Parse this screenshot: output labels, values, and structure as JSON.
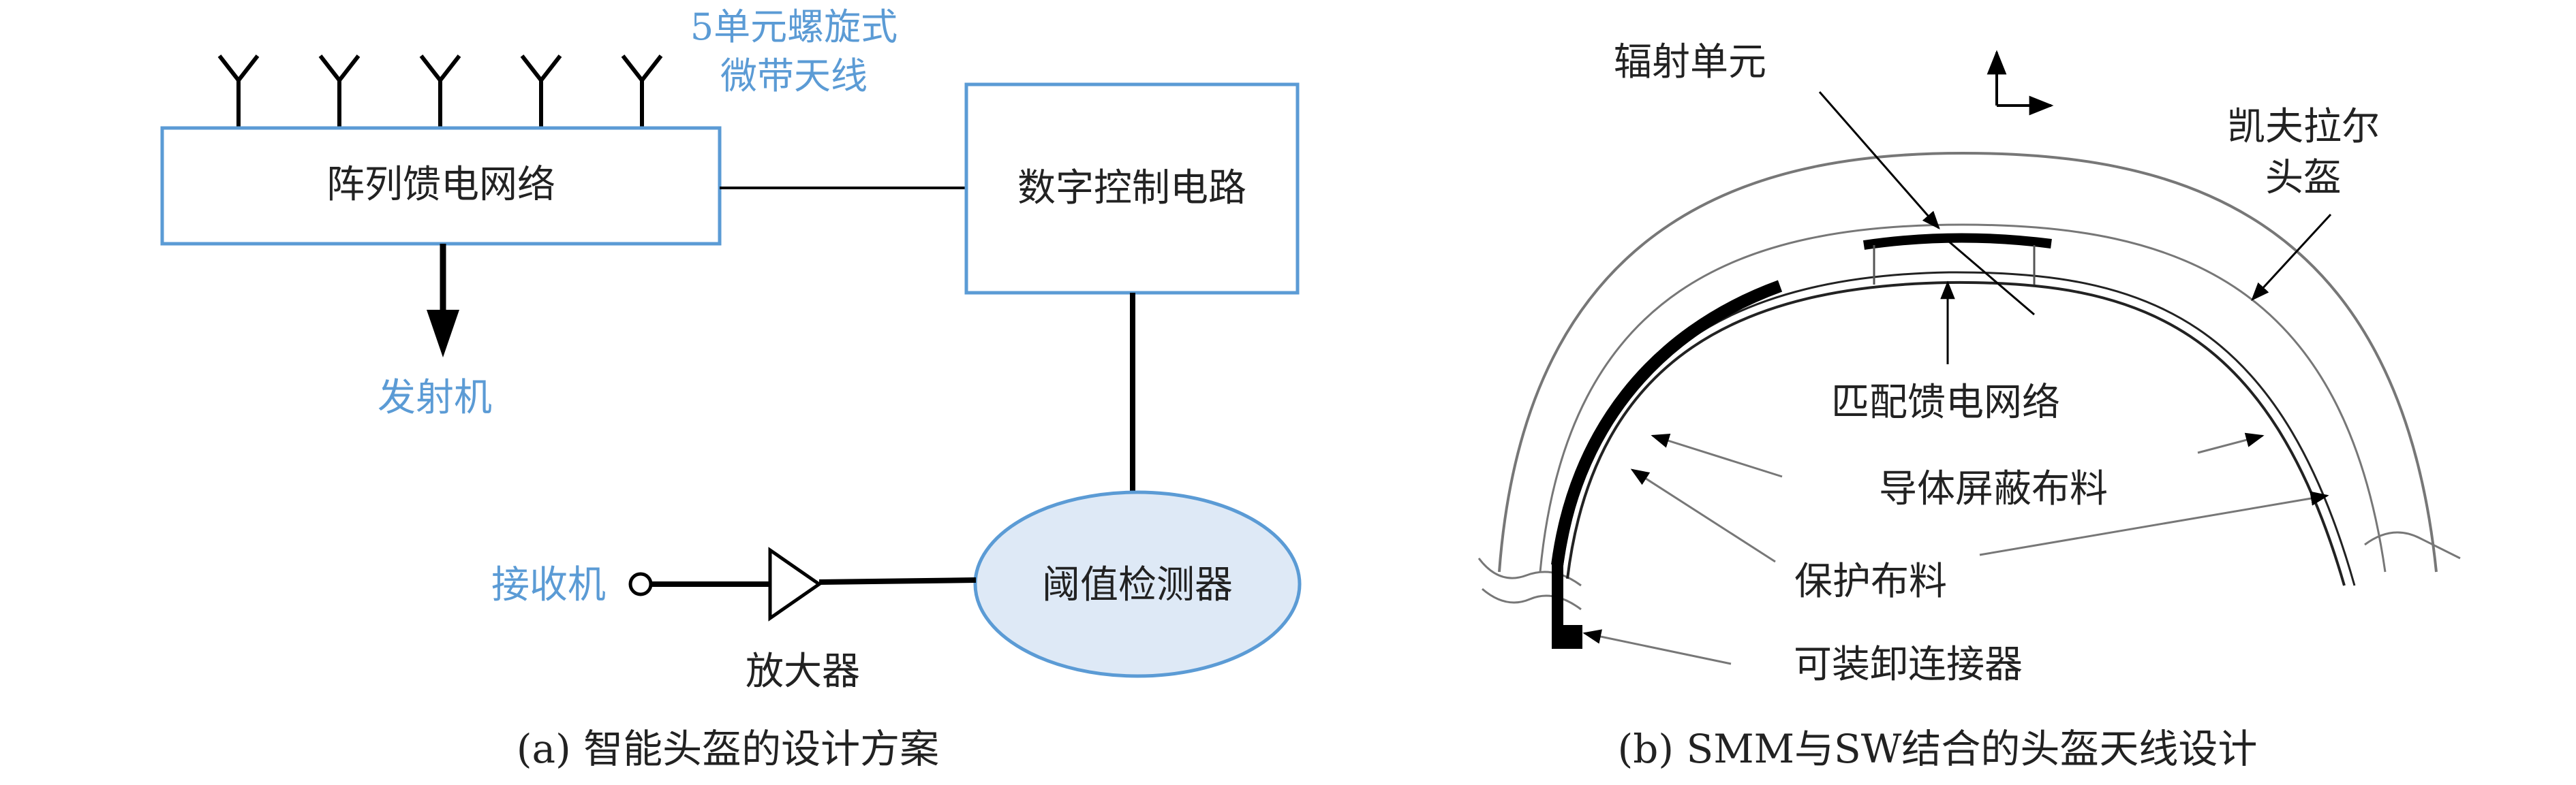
{
  "panel_a": {
    "antenna_label_line1": "5单元螺旋式",
    "antenna_label_line2": "微带天线",
    "feed_network": "阵列馈电网络",
    "digital_control": "数字控制电路",
    "transmitter": "发射机",
    "threshold_detector": "阈值检测器",
    "receiver": "接收机",
    "amplifier": "放大器",
    "caption": "(a) 智能头盔的设计方案",
    "accent_color": "#5b9bd5",
    "antenna_count": 5
  },
  "panel_b": {
    "radiating_element": "辐射单元",
    "kevlar_helmet_line1": "凯夫拉尔",
    "kevlar_helmet_line2": "头盔",
    "matching_feed": "匹配馈电网络",
    "conductive_fabric": "导体屏蔽布料",
    "protective_fabric": "保护布料",
    "connector": "可装卸连接器",
    "caption": "(b)  SMM与SW结合的头盔天线设计"
  }
}
